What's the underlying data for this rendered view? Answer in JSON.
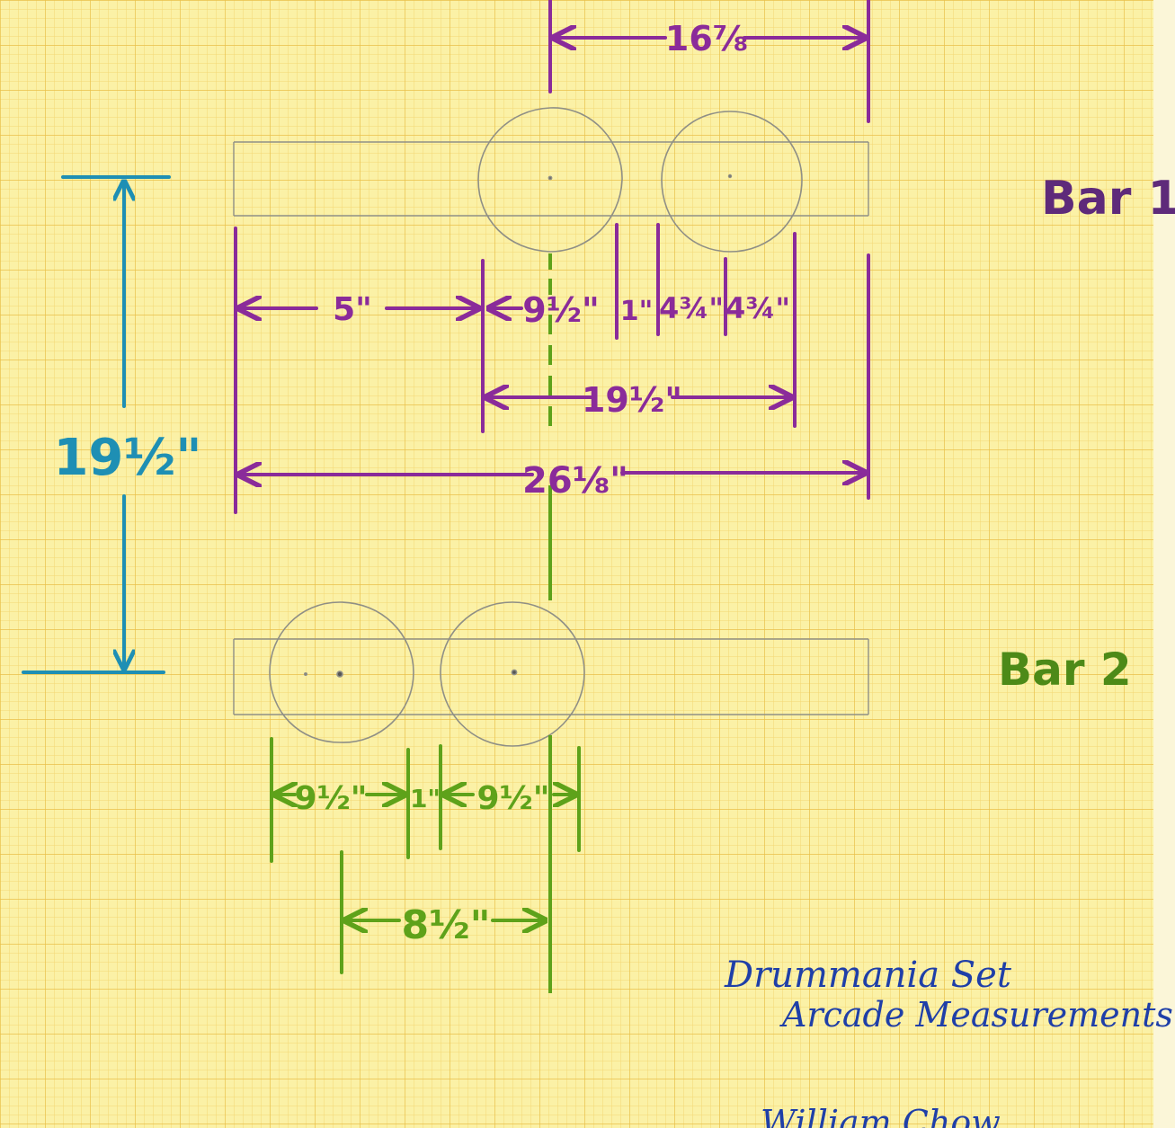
{
  "labels": {
    "bar1": "Bar 1",
    "bar2": "Bar 2",
    "dim_top": "16⅞",
    "dim_vertical": "19½\"",
    "dim_five": "5\"",
    "dim_nine_half_top": "9½\"",
    "dim_one_top": "1\"",
    "dim_four_three_quarter_a": "4¾\"",
    "dim_four_three_quarter_b": "4¾\"",
    "dim_nineteen_half": "19½\"",
    "dim_twenty_six": "26⅛\"",
    "dim_nine_half_left": "9½\"",
    "dim_one_bottom": "1\"",
    "dim_nine_half_right": "9½\"",
    "dim_eight_half": "8½\""
  },
  "title": {
    "line1": "Drummania Set",
    "line2": "Arcade Measurements"
  },
  "author": "William Chow",
  "colors": {
    "paper": "#fbf1a6",
    "grid_minor": "#f3d774",
    "grid_major": "#e9c04a",
    "pencil": "#8f8f86",
    "purple": "#8a2b9a",
    "purple_dark": "#5e2a7a",
    "teal": "#1e8fb4",
    "green": "#5ea21a",
    "green_dark": "#4d8a18",
    "blue": "#1f3fa8"
  }
}
